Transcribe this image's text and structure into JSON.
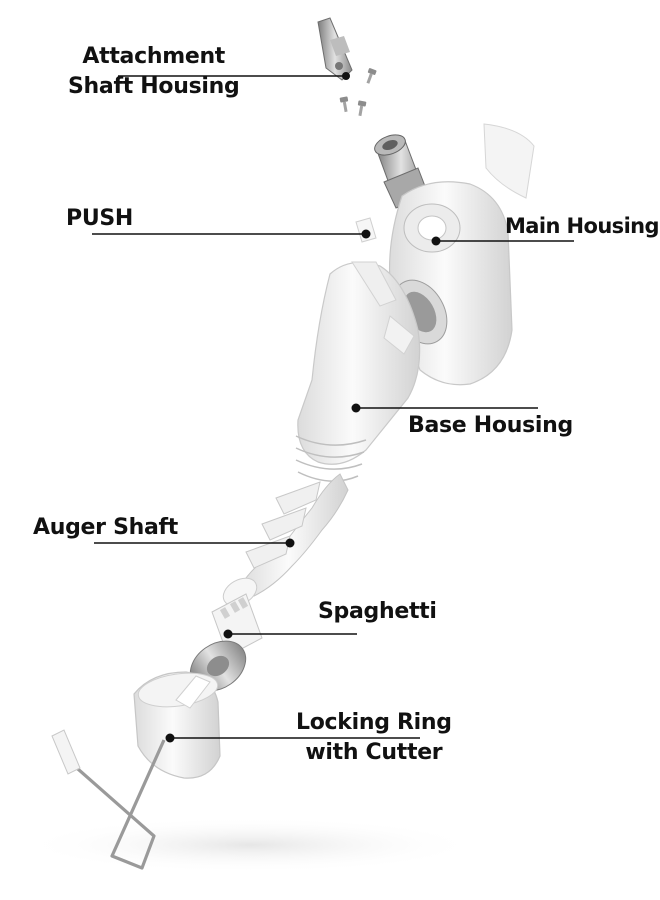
{
  "diagram": {
    "labels": {
      "attachment_shaft_housing": [
        "Attachment",
        "Shaft Housing"
      ],
      "push": "PUSH",
      "main_housing": "Main Housing",
      "base_housing": "Base Housing",
      "auger_shaft": "Auger Shaft",
      "spaghetti": "Spaghetti",
      "locking_ring_with_cutter": [
        "Locking Ring",
        "with Cutter"
      ]
    },
    "colors": {
      "part_fill": "#f1f1f1",
      "part_shadow": "#cfcfcf",
      "metal": "#9a9a9a",
      "leader": "#111111",
      "text": "#111111"
    }
  }
}
